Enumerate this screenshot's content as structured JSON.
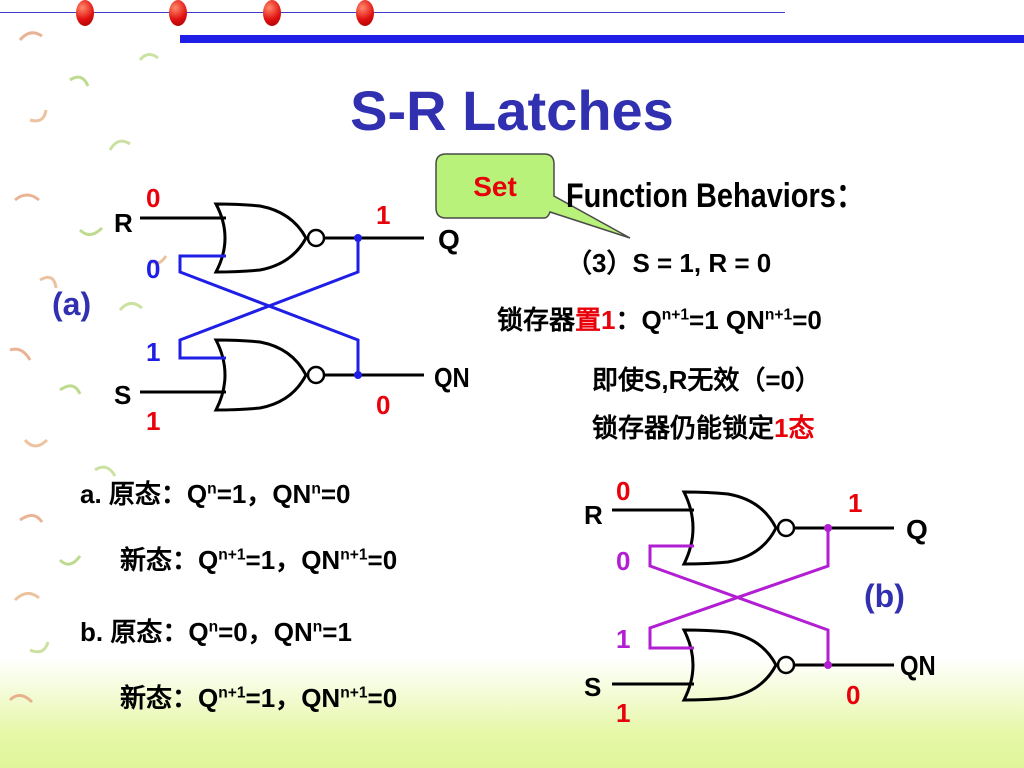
{
  "title": "S-R Latches",
  "callout": "Set",
  "heading": "Function Behaviors",
  "heading_colon": "：",
  "case3": "（3）S = 1, R = 0",
  "line1": {
    "prefix": "锁存器",
    "red": "置1",
    "mid": "：Q",
    "sup1": "n+1",
    "mid2": "=1  QN",
    "sup2": "n+1",
    "end": "=0"
  },
  "line2": "即使S,R无效（=0）",
  "line3": {
    "text": "锁存器仍能锁定",
    "red": "1态"
  },
  "circuit_a": {
    "label": "(a)",
    "r_label": "R",
    "s_label": "S",
    "q_label": "Q",
    "qn_label": "QN",
    "r_in": "0",
    "r_fb": "0",
    "s_fb": "1",
    "s_in": "1",
    "q_val": "1",
    "qn_val": "0",
    "wire_color": "#1e1ee6"
  },
  "circuit_b": {
    "label": "(b)",
    "r_label": "R",
    "s_label": "S",
    "q_label": "Q",
    "qn_label": "QN",
    "r_in": "0",
    "r_fb": "0",
    "s_fb": "1",
    "s_in": "1",
    "q_val": "1",
    "qn_val": "0",
    "wire_color": "#b21ed2"
  },
  "case_a": {
    "label": "a.",
    "old_prefix": "原态：Q",
    "old_sup1": "n",
    "old_mid": "=1，QN",
    "old_sup2": "n",
    "old_end": "=0",
    "new_prefix": "新态：Q",
    "new_sup1": "n+1",
    "new_mid": "=1，QN",
    "new_sup2": "n+1",
    "new_end": "=0"
  },
  "case_b": {
    "label": "b.",
    "old_prefix": "原态：Q",
    "old_sup1": "n",
    "old_mid": "=0，QN",
    "old_sup2": "n",
    "old_end": "=1",
    "new_prefix": "新态：Q",
    "new_sup1": "n+1",
    "new_mid": "=1，QN",
    "new_sup2": "n+1",
    "new_end": "=0"
  },
  "colors": {
    "title": "#3030b0",
    "accent_red": "#e8000a",
    "blue_wire": "#1e1ee6",
    "purple_wire": "#b21ed2"
  }
}
